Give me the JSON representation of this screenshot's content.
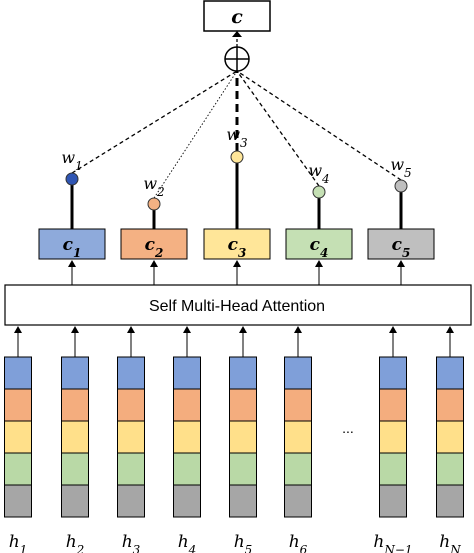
{
  "output_label": "c",
  "attention_label": "Self Multi-Head Attention",
  "ellipsis": "...",
  "heads": [
    {
      "main": "c",
      "sub": "1",
      "color": "#8eaadb"
    },
    {
      "main": "c",
      "sub": "2",
      "color": "#f4b183"
    },
    {
      "main": "c",
      "sub": "3",
      "color": "#ffe699"
    },
    {
      "main": "c",
      "sub": "4",
      "color": "#c5e0b4"
    },
    {
      "main": "c",
      "sub": "5",
      "color": "#bfbfbf"
    }
  ],
  "weights": [
    {
      "main": "w",
      "sub": "1",
      "color": "#2f55b3"
    },
    {
      "main": "w",
      "sub": "2",
      "color": "#f4b183"
    },
    {
      "main": "w",
      "sub": "3",
      "color": "#ffe699"
    },
    {
      "main": "w",
      "sub": "4",
      "color": "#c5e0b4"
    },
    {
      "main": "w",
      "sub": "5",
      "color": "#bfbfbf"
    }
  ],
  "segment_colors": [
    "#7f9fd9",
    "#f4ad7e",
    "#ffe08a",
    "#b9d9a6",
    "#a6a6a6"
  ],
  "hidden_states": [
    {
      "main": "h",
      "sub": "1"
    },
    {
      "main": "h",
      "sub": "2"
    },
    {
      "main": "h",
      "sub": "3"
    },
    {
      "main": "h",
      "sub": "4"
    },
    {
      "main": "h",
      "sub": "5"
    },
    {
      "main": "h",
      "sub": "6"
    },
    {
      "main": "h",
      "sub": "N−1"
    },
    {
      "main": "h",
      "sub": "N"
    }
  ]
}
